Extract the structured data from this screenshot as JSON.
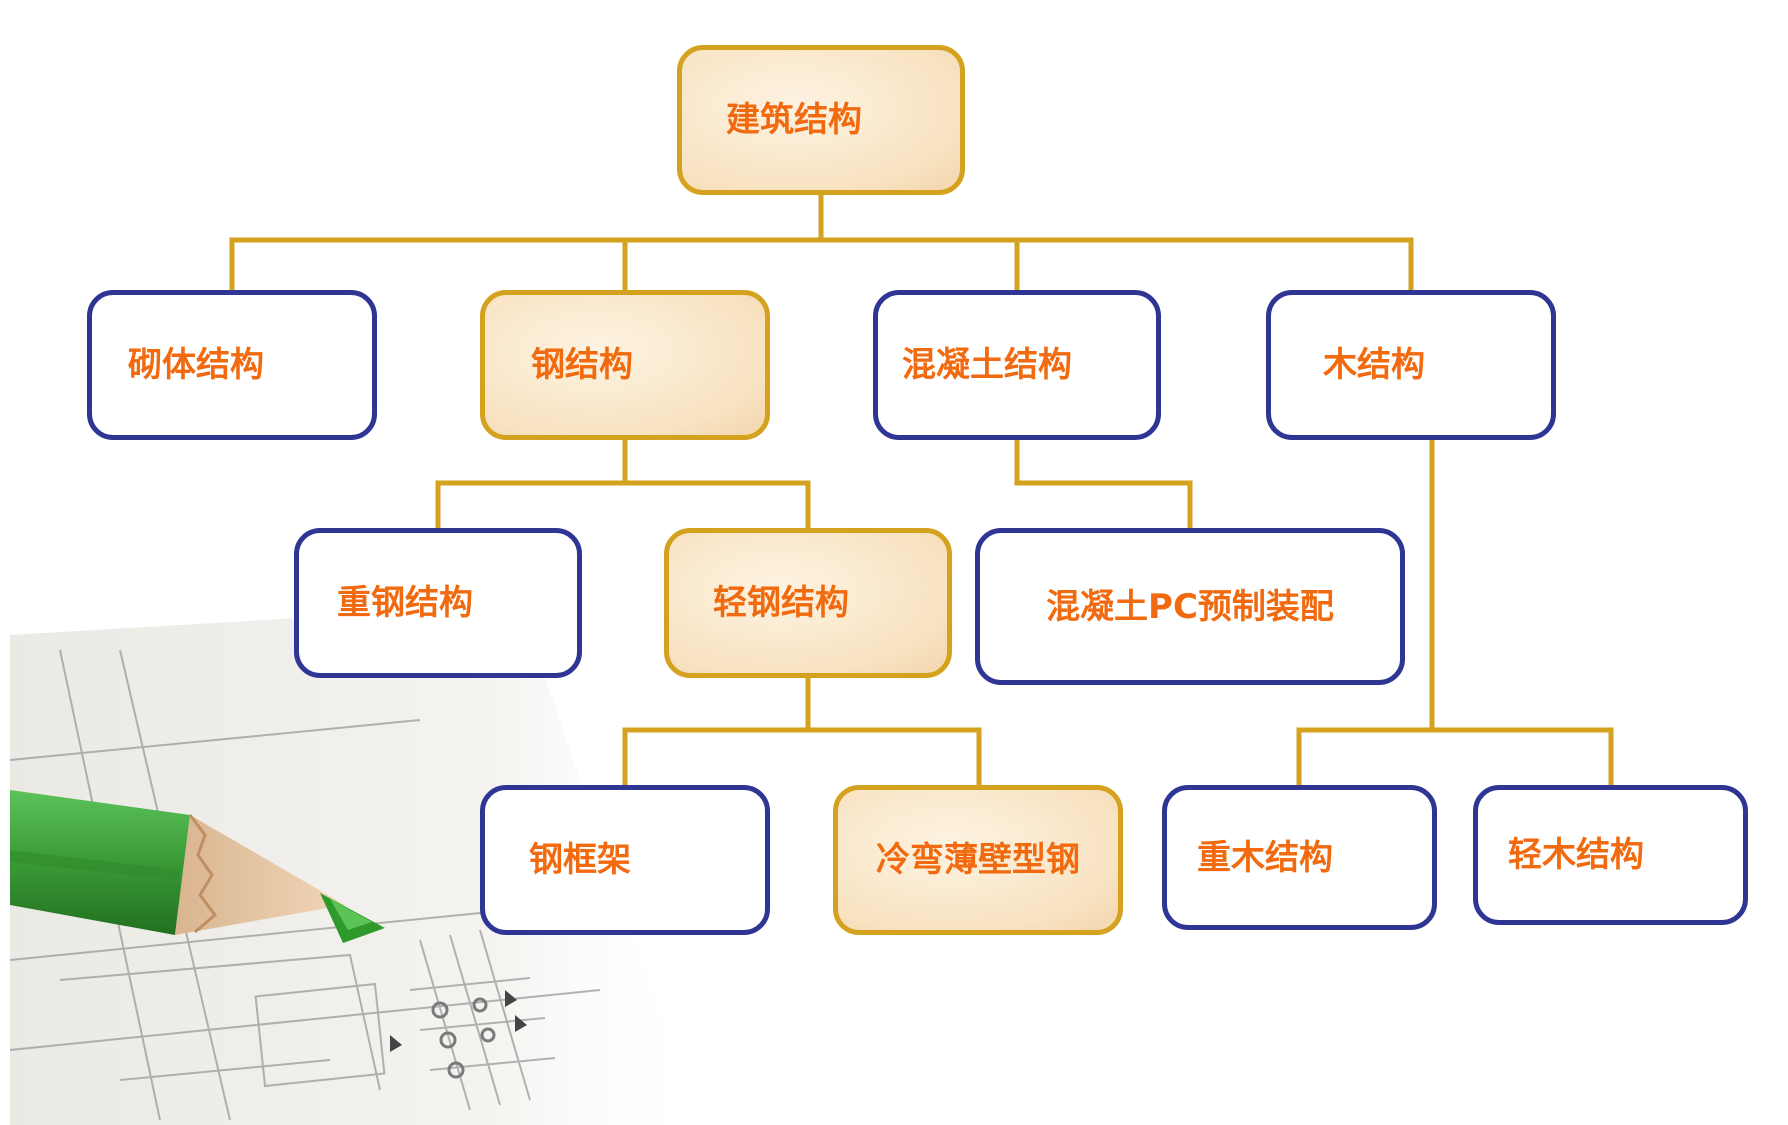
{
  "colors": {
    "connector": "#d4a21f",
    "label": "#f26a0f",
    "primary_border": "#2f3593",
    "highlight_border": "#d4a21f",
    "pencil_green": "#3daa3a"
  },
  "nodes": {
    "root": "建筑结构",
    "masonry": "砌体结构",
    "steel": "钢结构",
    "concrete": "混凝土结构",
    "timber": "木结构",
    "heavy_steel": "重钢结构",
    "light_steel": "轻钢结构",
    "concrete_pc": "混凝土PC预制装配",
    "steel_frame": "钢框架",
    "cold_formed": "冷弯薄壁型钢",
    "heavy_timber": "重木结构",
    "light_timber": "轻木结构"
  },
  "decoration": {
    "background_image": "blueprint-with-green-pencil"
  }
}
